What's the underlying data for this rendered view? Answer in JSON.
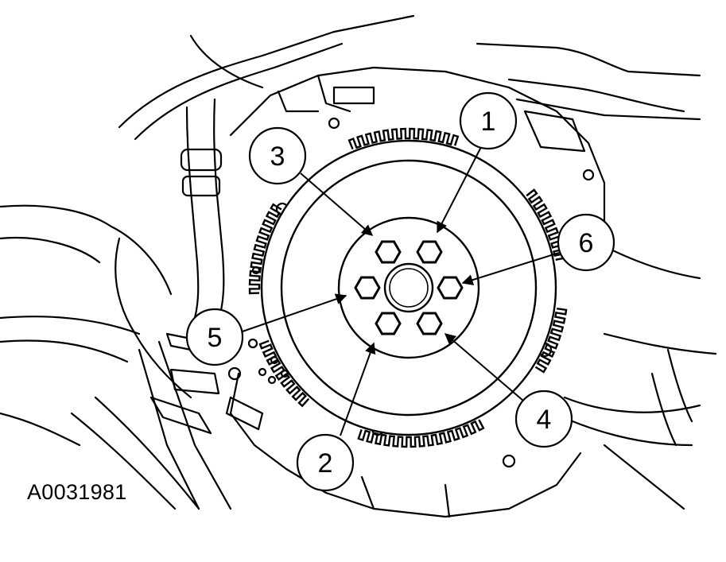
{
  "figure_id": "A0031981",
  "callouts": [
    {
      "number": "1"
    },
    {
      "number": "2"
    },
    {
      "number": "3"
    },
    {
      "number": "4"
    },
    {
      "number": "5"
    },
    {
      "number": "6"
    }
  ],
  "bolt_count": 6,
  "colors": {
    "line": "#000000",
    "background": "#ffffff"
  }
}
